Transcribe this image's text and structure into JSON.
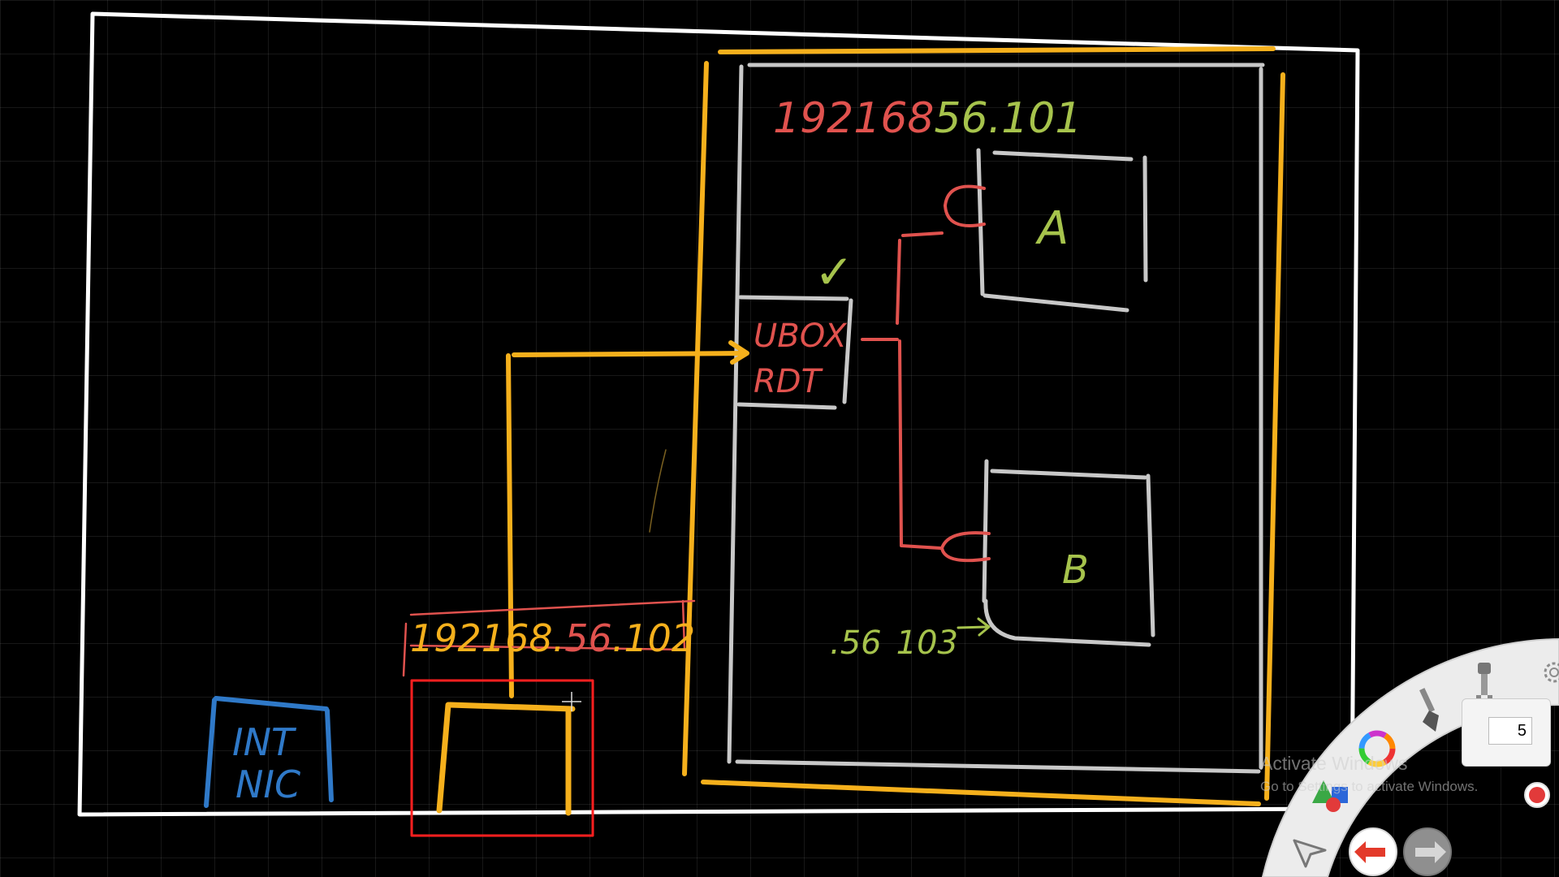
{
  "diagram": {
    "ip_top": {
      "prefix": "192168",
      "mid": "56",
      "suffix": ".101"
    },
    "ip_bottom": {
      "prefix": "192168.",
      "mid": "56",
      "suffix": ".102"
    },
    "ip_side": {
      "left": ".56",
      "right": "103"
    },
    "router": {
      "line1": "UBOX",
      "line2": "RDT"
    },
    "check_mark": "✓",
    "vm_a_label": "A",
    "vm_b_label": "B",
    "nic_label": {
      "line1": "INT",
      "line2": "NIC"
    }
  },
  "colors": {
    "background": "#000000",
    "white": "#ffffff",
    "orange": "#f5b01c",
    "gray": "#c8c8c8",
    "red": "#e0524e",
    "green": "#a6c34c",
    "blue": "#2f79c8",
    "selection": "#ff1f1f"
  },
  "watermark": {
    "title": "Activate Windows",
    "subtitle": "Go to Settings to activate Windows."
  },
  "toolbar": {
    "pen_size_value": "5",
    "icons": [
      "gear-icon",
      "eraser-icon",
      "brush-icon",
      "color-wheel-icon",
      "shapes-icon",
      "record-dot-icon",
      "pointer-icon",
      "undo-icon",
      "redo-icon"
    ]
  }
}
